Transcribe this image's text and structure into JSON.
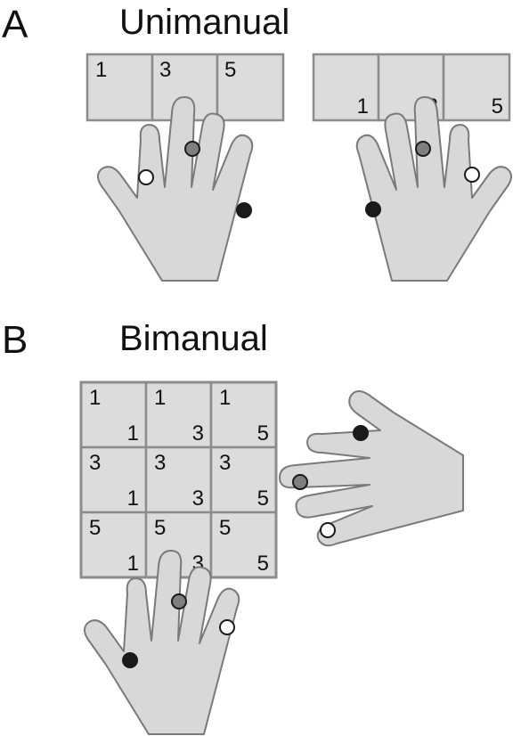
{
  "colors": {
    "cell_fill": "#dcdcdc",
    "cell_stroke": "#8c8c8c",
    "hand_fill": "#d8d8d8",
    "hand_stroke": "#7a7a7a",
    "dot_black": "#1a1a1a",
    "dot_gray": "#7f7f7f",
    "dot_white": "#ffffff"
  },
  "panel_a": {
    "letter": "A",
    "title": "Unimanual",
    "left_row": [
      "1",
      "3",
      "5"
    ],
    "right_row": [
      "1",
      "3",
      "5"
    ]
  },
  "panel_b": {
    "letter": "B",
    "title": "Bimanual",
    "grid": [
      [
        {
          "top": "1",
          "bottom": "1"
        },
        {
          "top": "1",
          "bottom": "3"
        },
        {
          "top": "1",
          "bottom": "5"
        }
      ],
      [
        {
          "top": "3",
          "bottom": "1"
        },
        {
          "top": "3",
          "bottom": "3"
        },
        {
          "top": "3",
          "bottom": "5"
        }
      ],
      [
        {
          "top": "5",
          "bottom": "1"
        },
        {
          "top": "5",
          "bottom": "3"
        },
        {
          "top": "5",
          "bottom": "5"
        }
      ]
    ]
  }
}
